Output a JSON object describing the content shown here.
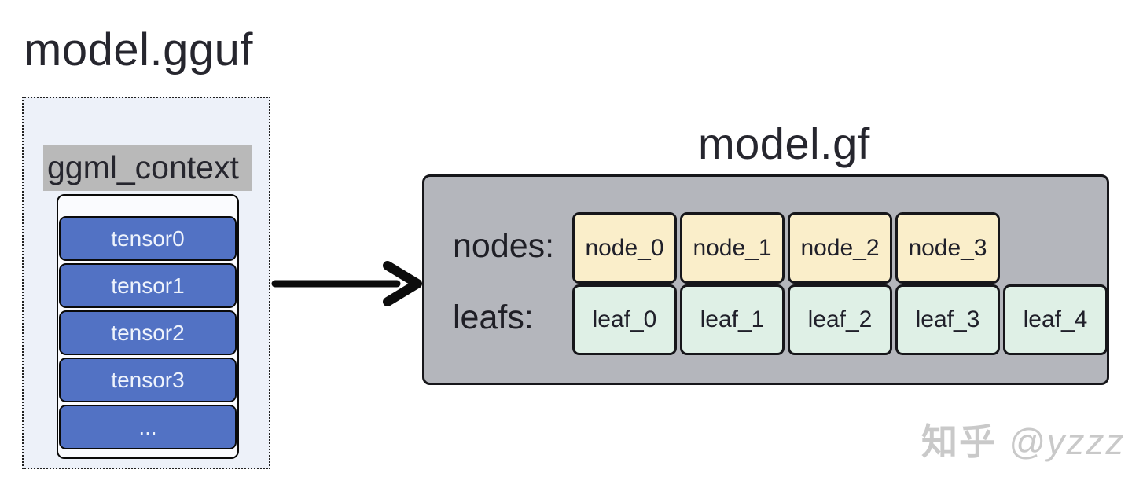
{
  "left_panel": {
    "title": "model.gguf",
    "context_label": "ggml_context",
    "tensors": [
      "tensor0",
      "tensor1",
      "tensor2",
      "tensor3",
      "..."
    ]
  },
  "right_panel": {
    "title": "model.gf",
    "nodes_label": "nodes:",
    "leafs_label": "leafs:",
    "nodes": [
      "node_0",
      "node_1",
      "node_2",
      "node_3"
    ],
    "leafs": [
      "leaf_0",
      "leaf_1",
      "leaf_2",
      "leaf_3",
      "leaf_4"
    ]
  },
  "watermark": {
    "brand": "知乎",
    "handle": "@yzzz"
  },
  "colors": {
    "tensor_blue": "#5272c4",
    "node_yellow": "#faeeca",
    "leaf_green": "#dff0e6",
    "graph_gray": "#b4b6bc",
    "context_highlight_gray": "#b9b9b9",
    "gguf_box_bg": "#edf1f9",
    "title_text": "#26262e",
    "watermark_gray": "#c9c9c9",
    "arrow_black": "#0c0c0c"
  }
}
